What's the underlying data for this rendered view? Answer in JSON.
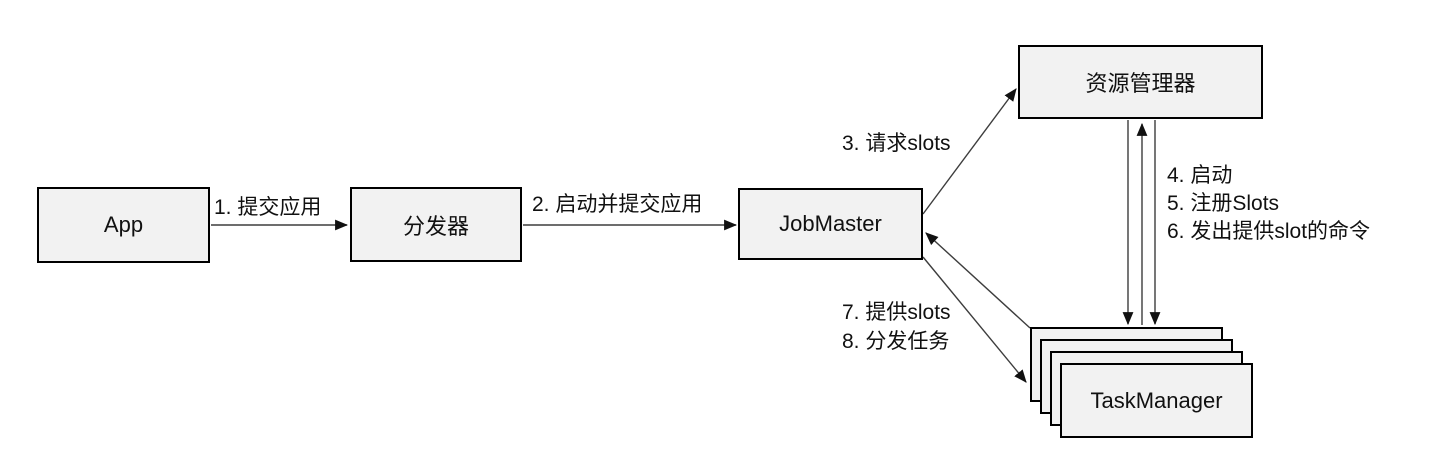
{
  "diagram": {
    "colors": {
      "background": "#ffffff",
      "node_fill": "#f2f2f2",
      "node_border": "#000000",
      "edge_line": "#3d3d3d",
      "arrowhead": "#111111",
      "text": "#111111"
    },
    "nodes": {
      "app": {
        "label": "App"
      },
      "dispatcher": {
        "label": "分发器"
      },
      "job_master": {
        "label": "JobMaster"
      },
      "resource_manager": {
        "label": "资源管理器"
      },
      "task_manager": {
        "label": "TaskManager",
        "stacked_copies": 4
      }
    },
    "edges": {
      "submit_app": {
        "from": "App",
        "to": "分发器",
        "label": "1. 提交应用"
      },
      "start_and_submit_app": {
        "from": "分发器",
        "to": "JobMaster",
        "label": "2. 启动并提交应用"
      },
      "request_slots": {
        "from": "JobMaster",
        "to": "资源管理器",
        "label": "3. 请求slots"
      },
      "start_task_manager": {
        "from": "资源管理器",
        "to": "TaskManager",
        "label": "4. 启动"
      },
      "register_slots": {
        "from": "TaskManager",
        "to": "资源管理器",
        "label": "5. 注册Slots"
      },
      "offer_slot_command": {
        "from": "资源管理器",
        "to": "TaskManager",
        "label": "6. 发出提供slot的命令"
      },
      "provide_slots": {
        "from": "TaskManager",
        "to": "JobMaster",
        "label": "7. 提供slots"
      },
      "dispatch_tasks": {
        "from": "JobMaster",
        "to": "TaskManager",
        "label": "8. 分发任务"
      }
    }
  }
}
